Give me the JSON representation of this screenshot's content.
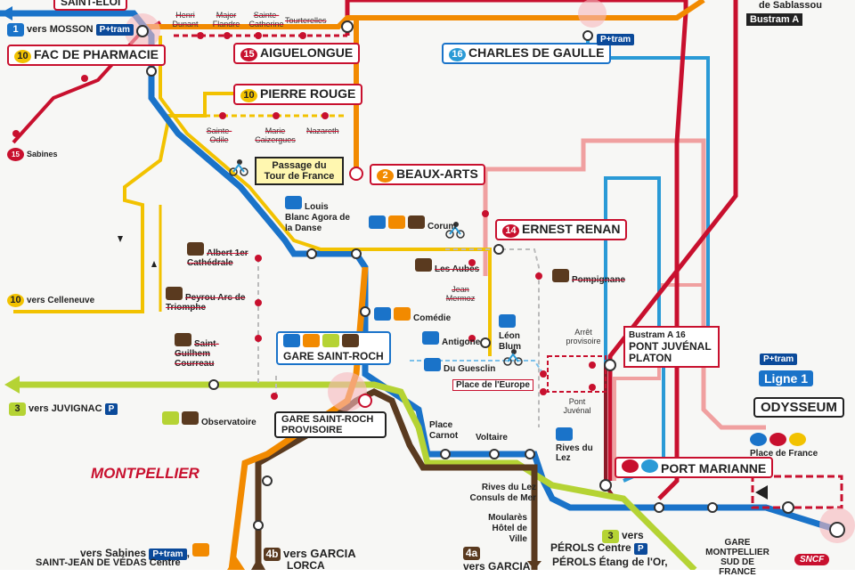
{
  "colors": {
    "line1": "#1a73c9",
    "line2": "#f28a00",
    "line3": "#b5d334",
    "line4": "#5a3a1f",
    "tram_red": "#c8102e",
    "line_pink": "#f0a0a0",
    "bus_yellow": "#f2c200"
  },
  "labels": {
    "saint_eloi": "SAINT-ÉLOI",
    "vers_mosson_num": "1",
    "vers_mosson": "vers MOSSON",
    "ptram": "P+tram",
    "fac_num": "10",
    "fac_pharmacie": "FAC DE PHARMACIE",
    "henri_dunant": "Henri Dunant",
    "major_flandre": "Major Flandre",
    "sainte_catherine": "Sainte-Catherine",
    "tourterelles": "Tourterelles",
    "aiguelongue_num": "15",
    "aiguelongue": "AIGUELONGUE",
    "charles_num": "16",
    "charles_de_gaulle": "CHARLES DE GAULLE",
    "de_sablassou": "de Sablassou",
    "bustram_a": "Bustram A",
    "pierre_num": "10",
    "pierre_rouge": "PIERRE ROUGE",
    "sainte_odile": "Sainte-Odile",
    "marie_caizergues": "Marie Caizergues",
    "nazareth": "Nazareth",
    "sabines15": "Sabines",
    "sabines15_num": "15",
    "beaux_num": "2",
    "beaux_arts": "BEAUX-ARTS",
    "passage": "Passage du Tour de France",
    "louis_blanc": "Louis Blanc Agora de la Danse",
    "corum": "Corum",
    "ernest_num": "14",
    "ernest_renan": "ERNEST RENAN",
    "albert": "Albert 1er Cathédrale",
    "les_aubes": "Les Aubes",
    "pompignane": "Pompignane",
    "jean_mermoz": "Jean Mermoz",
    "vers_celleneuve_num": "10",
    "vers_celleneuve": "vers Celleneuve",
    "peyrou": "Peyrou Arc de Triomphe",
    "comedie": "Comédie",
    "leon_blum": "Léon Blum",
    "antigone": "Antigone",
    "arret_provisoire": "Arrêt provisoire",
    "bustram_a16": "Bustram A 16",
    "pont_juvenal_platon": "PONT JUVÉNAL PLATON",
    "saint_guilhem": "Saint-Guilhem Courreau",
    "gare_saint_roch": "GARE SAINT-ROCH",
    "du_guesclin": "Du Guesclin",
    "place_europe": "Place de l'Europe",
    "vers_juvignac_num": "3",
    "vers_juvignac": "vers JUVIGNAC",
    "p": "P",
    "ligne1": "Ligne 1",
    "odysseum": "ODYSSEUM",
    "observatoire": "Observatoire",
    "gare_provisoire": "GARE SAINT-ROCH PROVISOIRE",
    "pont_juvenal": "Pont Juvénal",
    "rives_du_lez": "Rives du Lez",
    "place_carnot": "Place Carnot",
    "voltaire": "Voltaire",
    "place_de_france": "Place de France",
    "montpellier": "MONTPELLIER",
    "port_marianne": "PORT MARIANNE",
    "rives_consuls": "Rives du Lez Consuls de Mer",
    "moulares": "Moularès Hôtel de Ville",
    "vers_sabines": "vers Sabines",
    "saint_jean": "SAINT-JEAN DE VÉDAS Centre",
    "vers_garcia_num": "4b",
    "vers_garcia": "vers GARCIA",
    "lorca": "LORCA",
    "vers_garcia2_num": "4a",
    "vers_garcia2": "vers GARCIA",
    "vers3_num": "3",
    "vers3": "vers",
    "perols_centre": "PÉROLS Centre",
    "perols_etang": "PÉROLS Étang de l'Or,",
    "gare_sud": "GARE MONTPELLIER SUD DE FRANCE",
    "sncf": "SNCF"
  }
}
